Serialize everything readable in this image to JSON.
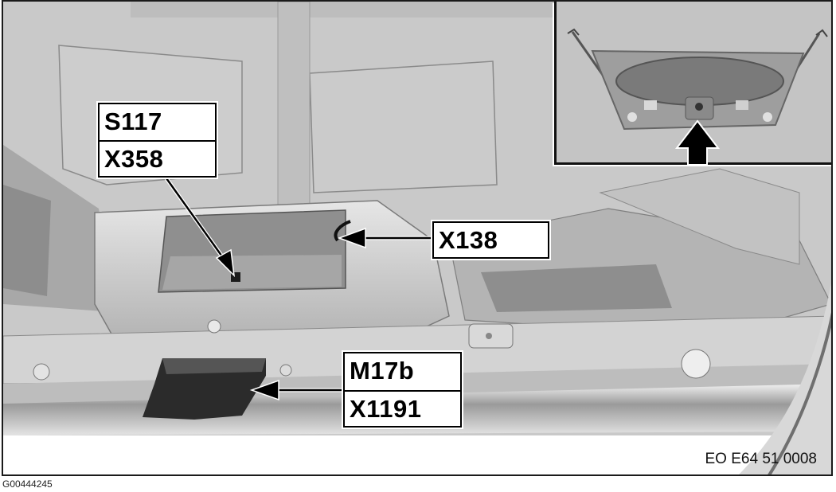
{
  "figure": {
    "figure_id": "G00444245",
    "drawing_code": "EO E64 51 0008",
    "subject": "Trunk lid interior with component locations",
    "colors": {
      "frame": "#1a1a1a",
      "background": "#c9c9c9",
      "label_fill": "#ffffff",
      "label_text": "#000000"
    }
  },
  "callouts": [
    {
      "id": "c1",
      "lines": [
        "S117",
        "X358"
      ],
      "target": "center-lock-switch-connector"
    },
    {
      "id": "c2",
      "lines": [
        "X138"
      ],
      "target": "connector-at-upper-right-of-opening"
    },
    {
      "id": "c3",
      "lines": [
        "M17b",
        "X1191"
      ],
      "target": "trunk-lid-lock-actuator"
    }
  ],
  "inset": {
    "description": "Rear view of trunk lid with arrow indicating detail area",
    "arrow": "up-arrow"
  }
}
